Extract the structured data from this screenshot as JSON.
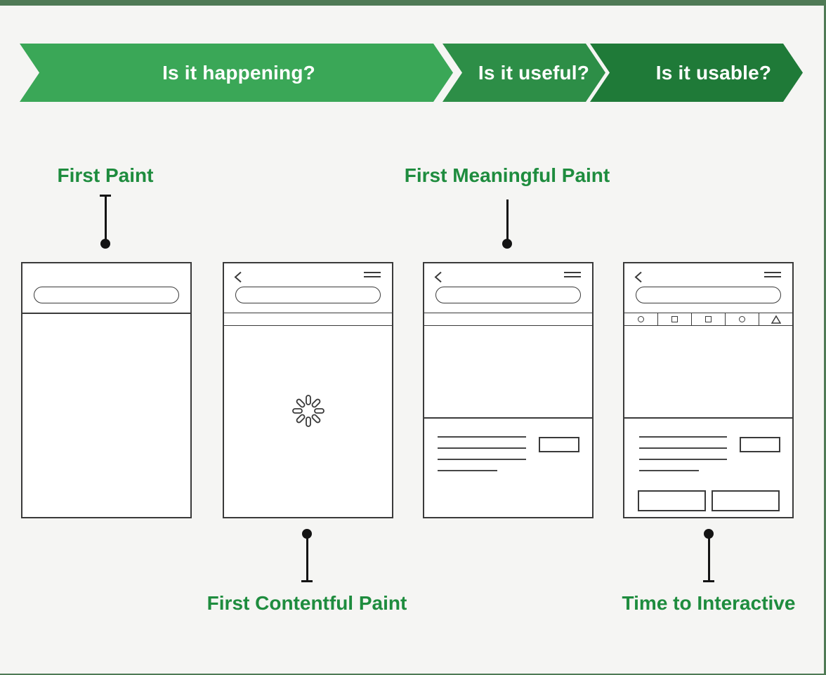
{
  "banner": {
    "text_color": "#ffffff",
    "stages": [
      {
        "label": "Is it happening?",
        "color": "#3aa757"
      },
      {
        "label": "Is it useful?",
        "color": "#2d8e47"
      },
      {
        "label": "Is it usable?",
        "color": "#1f7a38"
      }
    ]
  },
  "metrics": [
    {
      "label": "First Paint",
      "position": "top",
      "phone": "blank-screen"
    },
    {
      "label": "First Contentful Paint",
      "position": "bottom",
      "phone": "loading-screen"
    },
    {
      "label": "First Meaningful Paint",
      "position": "top",
      "phone": "content-screen"
    },
    {
      "label": "Time to Interactive",
      "position": "bottom",
      "phone": "interactive-screen"
    }
  ],
  "colors": {
    "background": "#f5f5f3",
    "frame_border": "#4f7a55",
    "metric_label_green": "#1e8c3e",
    "sketch_stroke": "#3a3a3a",
    "connector_black": "#141414"
  },
  "icons": {
    "back": "chevron-left",
    "menu": "hamburger-three-lines",
    "search_bar": "rounded-pill-outline",
    "spinner": "eight-segment-radial",
    "tab_shapes": [
      "circle",
      "square",
      "square",
      "circle",
      "triangle"
    ]
  }
}
